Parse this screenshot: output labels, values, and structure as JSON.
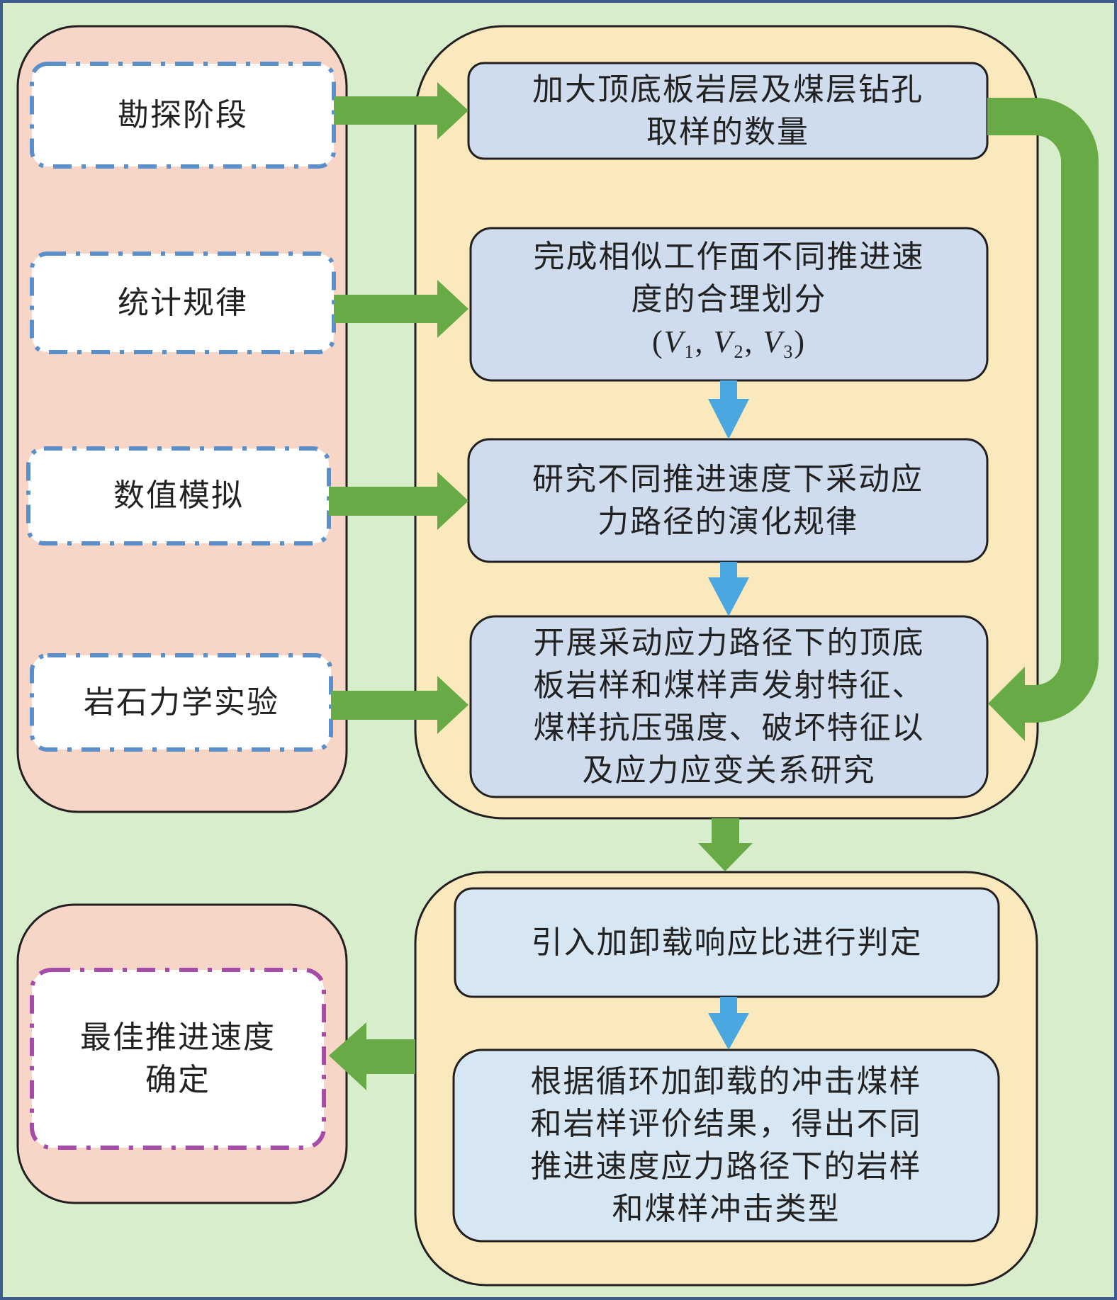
{
  "colors": {
    "background": "#d8edcc",
    "frame_border": "#3f5c8f",
    "left_panel_fill": "#f7d6c8",
    "right_panel_fill": "#fae9bc",
    "process_box_fill_top": "#cfdcee",
    "process_box_fill_bottom": "#d6e6f3",
    "input_box_border": "#5b8fc9",
    "output_box_border": "#a54ca8",
    "green_arrow": "#68ab46",
    "blue_arrow": "#4aa7e0"
  },
  "inputs": [
    {
      "id": "exploration",
      "label": "勘探阶段"
    },
    {
      "id": "statistics",
      "label": "统计规律"
    },
    {
      "id": "numerical",
      "label": "数值模拟"
    },
    {
      "id": "rock-mechanics",
      "label": "岩石力学实验"
    }
  ],
  "process_top": [
    {
      "lines": [
        "加大顶底板岩层及煤层钻孔",
        "取样的数量"
      ]
    },
    {
      "lines": [
        "完成相似工作面不同推进速",
        "度的合理划分"
      ],
      "formula": {
        "open": "(",
        "vars": [
          {
            "v": "V",
            "sub": "1"
          },
          {
            "v": "V",
            "sub": "2"
          },
          {
            "v": "V",
            "sub": "3"
          }
        ],
        "sep": ", ",
        "close": ")"
      }
    },
    {
      "lines": [
        "研究不同推进速度下采动应",
        "力路径的演化规律"
      ]
    },
    {
      "lines": [
        "开展采动应力路径下的顶底",
        "板岩样和煤样声发射特征、",
        "煤样抗压强度、破坏特征以",
        "及应力应变关系研究"
      ]
    }
  ],
  "process_bottom": [
    {
      "lines": [
        "引入加卸载响应比进行判定"
      ]
    },
    {
      "lines": [
        "根据循环加卸载的冲击煤样",
        "和岩样评价结果，得出不同",
        "推进速度应力路径下的岩样",
        "和煤样冲击类型"
      ]
    }
  ],
  "output": {
    "lines": [
      "最佳推进速度",
      "确定"
    ]
  }
}
